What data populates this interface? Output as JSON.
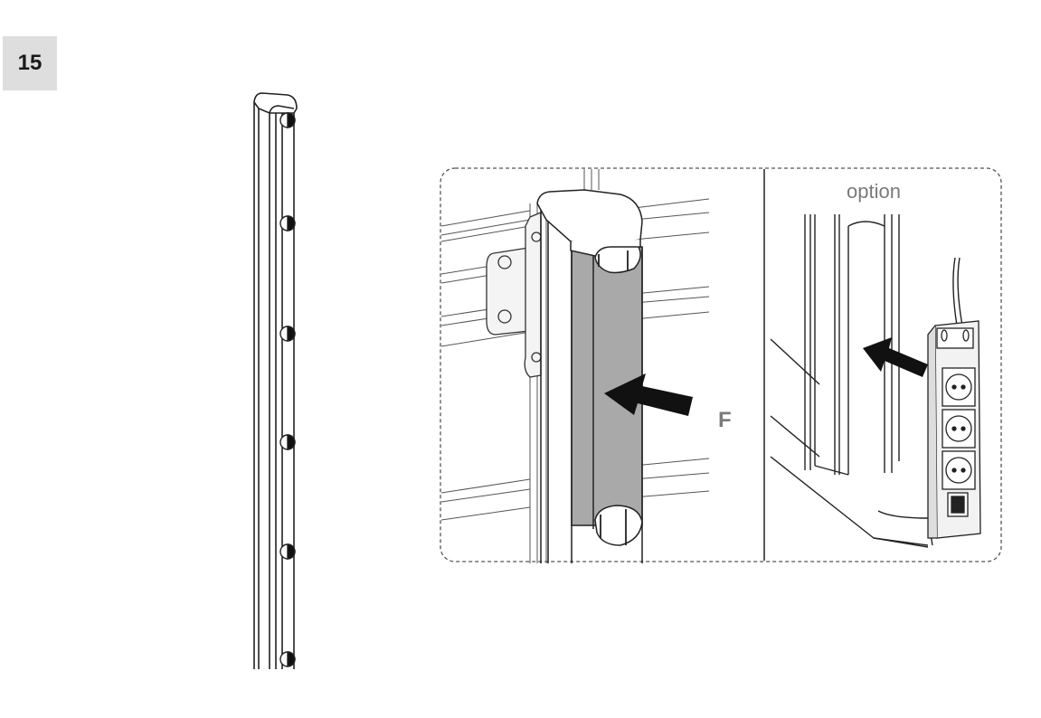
{
  "step": {
    "number": "15"
  },
  "detail": {
    "option_label": "option",
    "force_label": "F"
  },
  "icons": [
    "column-cover-icon",
    "push-arrow-icon",
    "power-strip-icon"
  ],
  "colors": {
    "cover_fill": "#a8a8a8",
    "line": "#222222",
    "badge_bg": "#dedede"
  }
}
